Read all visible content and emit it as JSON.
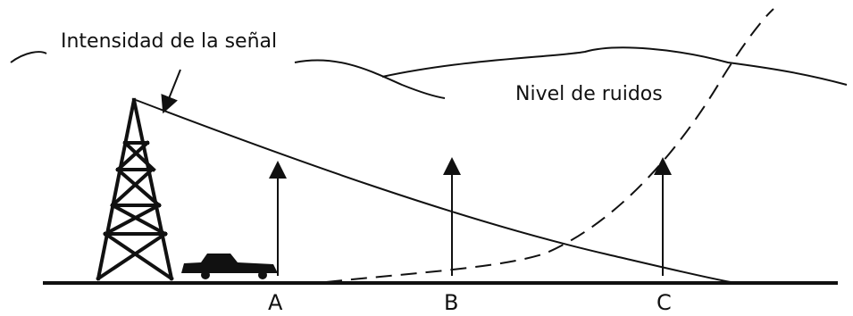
{
  "diagram": {
    "labels": {
      "signal_strength": "Intensidad de la señal",
      "noise_level": "Nivel de ruidos"
    },
    "points": [
      "A",
      "B",
      "C"
    ],
    "colors": {
      "ink": "#111111",
      "background": "#ffffff"
    }
  }
}
